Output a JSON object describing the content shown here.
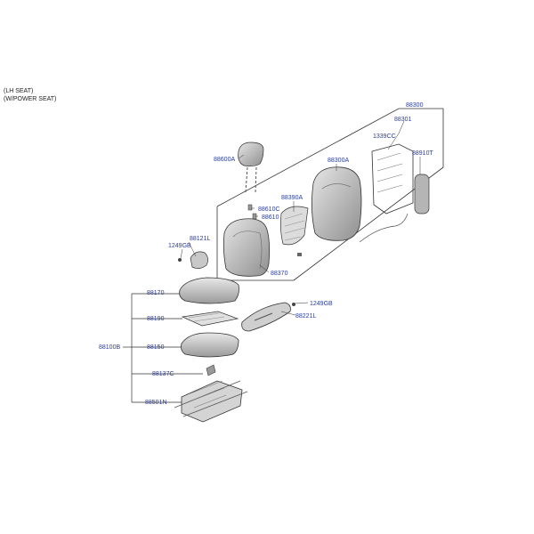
{
  "header": {
    "line1": "(LH SEAT)",
    "line2": "(W/POWER SEAT)"
  },
  "colors": {
    "label": "#2a3d9c",
    "line": "#333333",
    "part_fill": "#d9d9d9",
    "part_dark": "#8c8c8c"
  },
  "labels": {
    "l88300": "88300",
    "l88301": "88301",
    "l1339CC": "1339CC",
    "l88910T": "88910T",
    "l88600A": "88600A",
    "l88300A": "88300A",
    "l88390A": "88390A",
    "l88610C": "88610C",
    "l88610": "88610",
    "l88121L": "88121L",
    "l1249GB_a": "1249GB",
    "l88370": "88370",
    "l88170": "88170",
    "l1249GB_b": "1249GB",
    "l88221L": "88221L",
    "l88190": "88190",
    "l88100B": "88100B",
    "l88150": "88150",
    "l88137C": "88137C",
    "l88501N": "88501N"
  }
}
